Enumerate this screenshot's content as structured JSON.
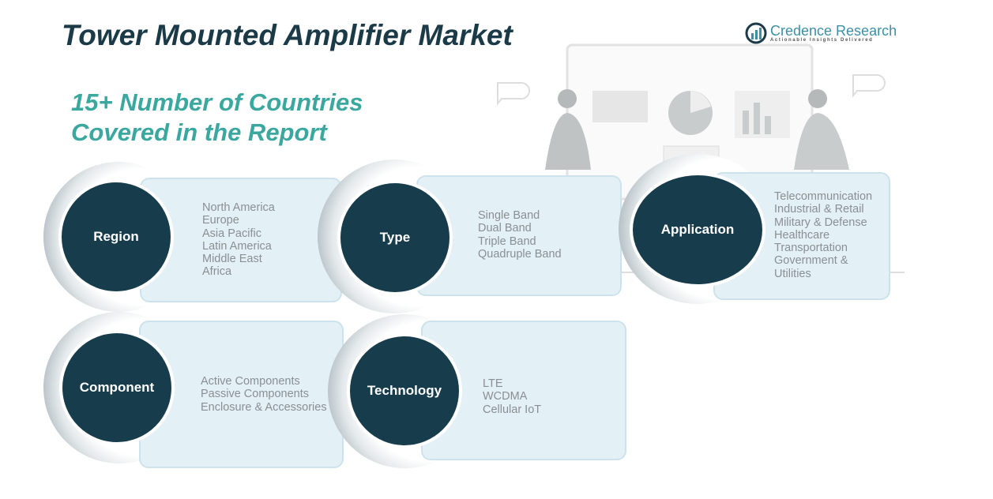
{
  "title": "Tower Mounted Amplifier Market",
  "subtitle_line1": "15+ Number of Countries",
  "subtitle_line2": "Covered in the Report",
  "logo": {
    "name": "Credence Research",
    "tagline": "Actionable Insights Delivered"
  },
  "colors": {
    "title": "#1b3a48",
    "subtitle": "#3aa89f",
    "circle": "#173d4c",
    "card": "#e3f0f6",
    "list_text": "#8a8f92"
  },
  "segments": [
    {
      "label": "Region",
      "items": [
        "North America",
        "Europe",
        "Asia Pacific",
        "Latin America",
        "Middle East",
        "Africa"
      ]
    },
    {
      "label": "Type",
      "items": [
        "Single Band",
        "Dual Band",
        "Triple Band",
        "Quadruple Band"
      ]
    },
    {
      "label": "Application",
      "items": [
        "Telecommunication",
        "Industrial & Retail",
        "Military & Defense",
        "Healthcare",
        "Transportation",
        "Government &",
        "Utilities"
      ]
    },
    {
      "label": "Component",
      "items": [
        "Active Components",
        "Passive Components",
        "Enclosure & Accessories"
      ]
    },
    {
      "label": "Technology",
      "items": [
        "LTE",
        "WCDMA",
        "Cellular IoT"
      ]
    }
  ]
}
